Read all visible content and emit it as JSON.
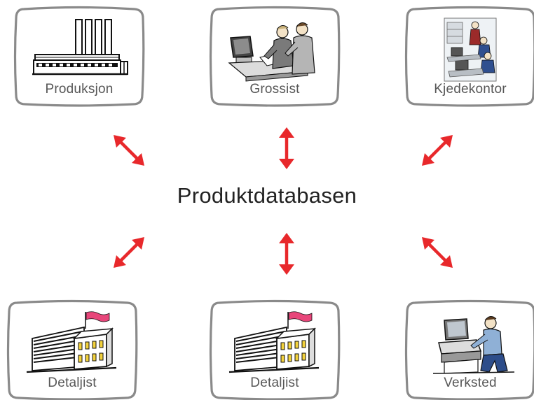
{
  "center": {
    "title": "Produktdatabasen"
  },
  "nodes": {
    "production": {
      "label": "Produksjon",
      "icon": "factory-icon"
    },
    "wholesaler": {
      "label": "Grossist",
      "icon": "office-workers-icon"
    },
    "chain_office": {
      "label": "Kjedekontor",
      "icon": "call-center-icon"
    },
    "retailer_1": {
      "label": "Detaljist",
      "icon": "store-building-icon"
    },
    "retailer_2": {
      "label": "Detaljist",
      "icon": "store-building-icon"
    },
    "workshop": {
      "label": "Verksted",
      "icon": "technician-icon"
    }
  },
  "colors": {
    "arrow": "#e8282b",
    "frame": "#8a8a8a",
    "label": "#575757",
    "flag": "#e8467a"
  }
}
